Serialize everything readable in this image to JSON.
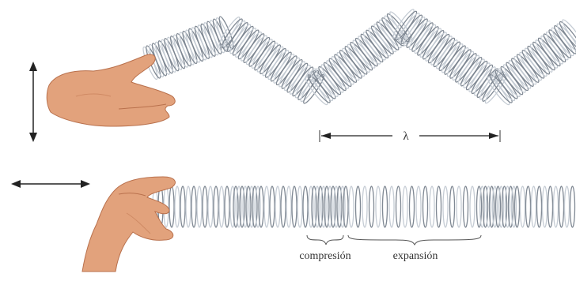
{
  "labels": {
    "wavelength": "λ",
    "compression": "compresión",
    "expansion": "expansión"
  },
  "colors": {
    "coil_light": "#c5ccd4",
    "coil_dark": "#7f8893",
    "skin": "#e2a27c",
    "skin_shadow": "#b9714d",
    "arrow": "#222222",
    "bracket": "#555555"
  },
  "figure": {
    "top": {
      "wave_type": "transverse",
      "motion": "vertical"
    },
    "bottom": {
      "wave_type": "longitudinal",
      "motion": "horizontal"
    }
  }
}
